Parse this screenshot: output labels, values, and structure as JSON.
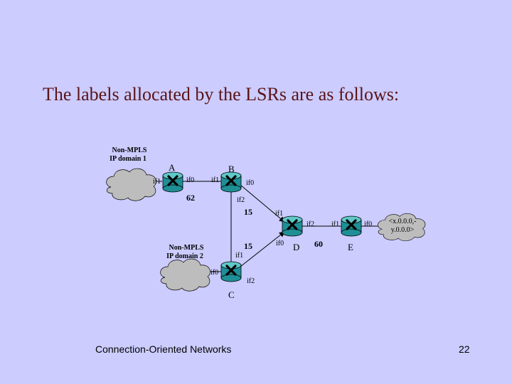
{
  "title": "The labels allocated by the LSRs are as follows:",
  "footer": {
    "left": "Connection-Oriented Networks",
    "page_number": "22"
  },
  "diagram": {
    "domains": {
      "domain1": [
        "Non-MPLS",
        "IP domain 1"
      ],
      "domain2": [
        "Non-MPLS",
        "IP domain 2"
      ],
      "dest": [
        "<x.0.0.0,-",
        "y.0.0.0>"
      ]
    },
    "nodes": {
      "A": "A",
      "B": "B",
      "C": "C",
      "D": "D",
      "E": "E"
    },
    "interfaces": {
      "A_if1": "if1",
      "A_if0": "if0",
      "B_if1": "if1",
      "B_if0": "if0",
      "B_if2": "if2",
      "C_if1": "if1",
      "C_if0": "if0",
      "C_if2": "if2",
      "D_if1": "if1",
      "D_if0": "if0",
      "D_if2": "if2",
      "E_if1": "if1",
      "E_if0": "if0"
    },
    "labels": {
      "A_to_B": "62",
      "B_to_D": "15",
      "C_to_D": "15",
      "D_to_E": "60"
    }
  },
  "colors": {
    "background": "#ccccff",
    "title": "#5a1418",
    "router_body": "#1f8f96",
    "router_top": "#5fc8c8",
    "cloud": "#bdbdbd"
  }
}
